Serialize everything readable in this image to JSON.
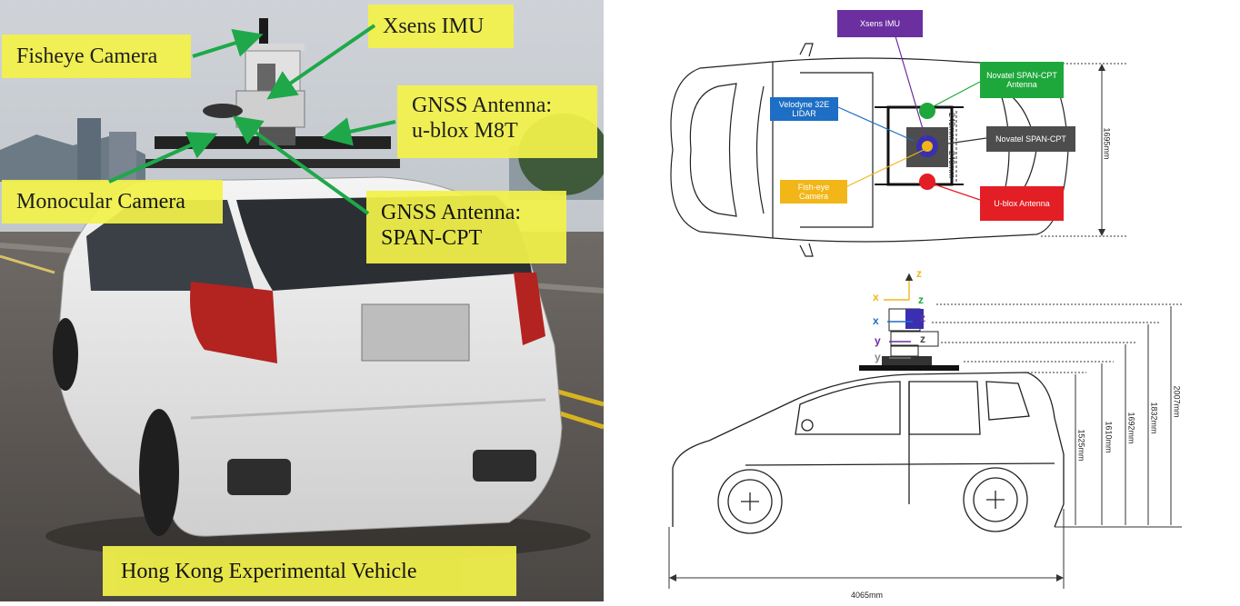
{
  "photo": {
    "labels": {
      "fisheye": "Fisheye Camera",
      "xsens": "Xsens IMU",
      "gnss_ublox_1": "GNSS Antenna:",
      "gnss_ublox_2": "u-blox M8T",
      "monocular": "Monocular Camera",
      "gnss_span_1": "GNSS Antenna:",
      "gnss_span_2": "SPAN-CPT",
      "caption": "Hong Kong Experimental Vehicle"
    }
  },
  "top_view": {
    "boxes": {
      "xsens": "Xsens IMU",
      "novatel_antenna": "Novatel SPAN-CPT Antenna",
      "velodyne": "Velodyne 32E LIDAR",
      "novatel": "Novatel SPAN-CPT",
      "fisheye": "Fish-eye Camera",
      "ublox": "U-blox Antenna"
    },
    "dims": {
      "width": "1695mm",
      "d1": "240mm",
      "d2": "240mm"
    },
    "colors": {
      "xsens": "#6b2fa0",
      "novatel_antenna": "#1ea83c",
      "velodyne": "#1d6ec4",
      "novatel": "#4d4d4d",
      "fisheye": "#f2b619",
      "ublox": "#e31e24"
    }
  },
  "side_view": {
    "axes": {
      "z1": "z",
      "x1": "x",
      "z2": "z",
      "x2": "x",
      "z3": "z",
      "y1": "y",
      "z4": "z",
      "y2": "y"
    },
    "dims": {
      "h1": "1525mm",
      "h2": "1610mm",
      "h3": "1692mm",
      "h4": "1832mm",
      "h5": "2007mm",
      "length": "4065mm"
    }
  }
}
